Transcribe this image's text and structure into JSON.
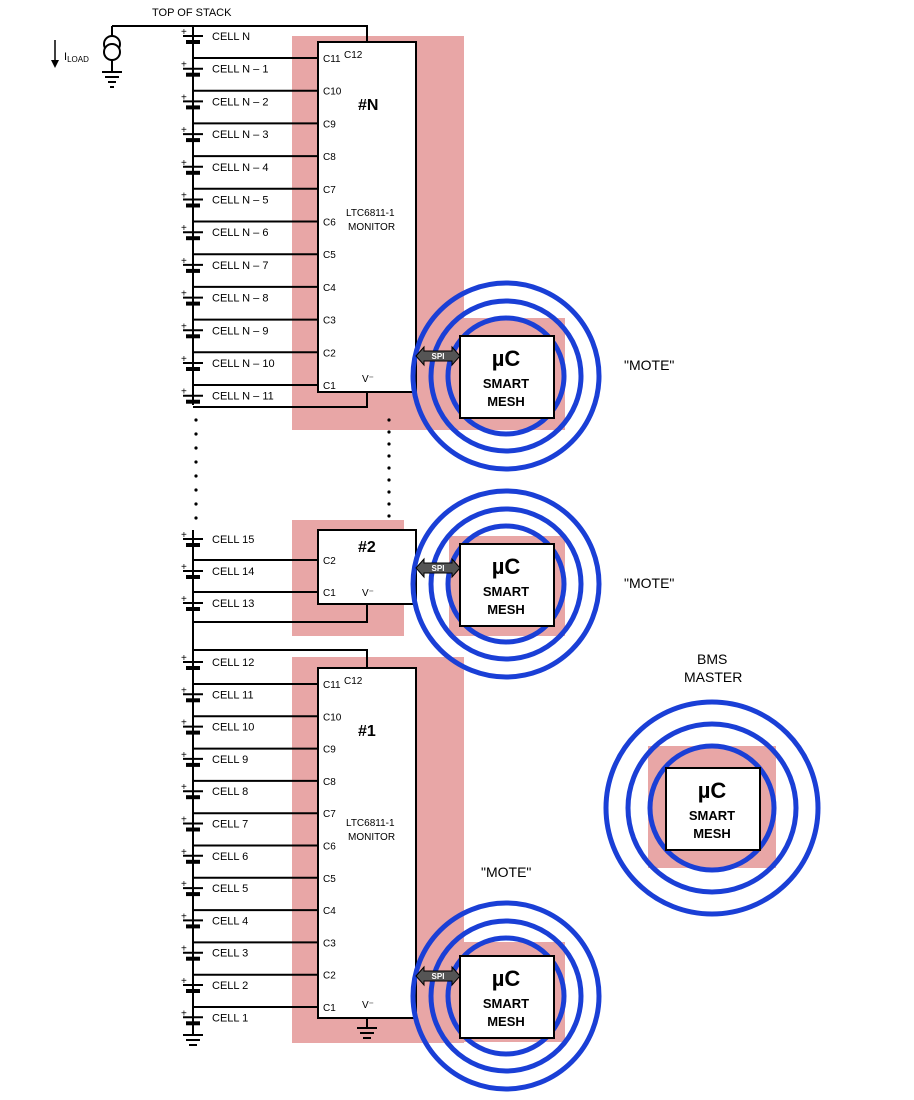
{
  "diagram": {
    "top_label": "TOP OF STACK",
    "load_label_main": "I",
    "load_label_sub": "LOAD",
    "stack_n_cells": [
      "CELL N",
      "CELL N – 1",
      "CELL N – 2",
      "CELL N – 3",
      "CELL N – 4",
      "CELL N – 5",
      "CELL N – 6",
      "CELL N – 7",
      "CELL N – 8",
      "CELL N – 9",
      "CELL N – 10",
      "CELL N – 11"
    ],
    "stack_2_cells": [
      "CELL 15",
      "CELL 14",
      "CELL 13"
    ],
    "stack_1_cells": [
      "CELL 12",
      "CELL 11",
      "CELL 10",
      "CELL 9",
      "CELL 8",
      "CELL 7",
      "CELL 6",
      "CELL 5",
      "CELL 4",
      "CELL 3",
      "CELL 2",
      "CELL 1"
    ],
    "monitor_n": {
      "id": "#N",
      "name_line1": "LTC6811-1",
      "name_line2": "MONITOR",
      "pins": [
        "C11",
        "C10",
        "C9",
        "C8",
        "C7",
        "C6",
        "C5",
        "C4",
        "C3",
        "C2",
        "C1"
      ],
      "top_pin": "C12",
      "vminus": "V⁻"
    },
    "monitor_2": {
      "id": "#2",
      "pins": [
        "C2",
        "C1"
      ],
      "vminus": "V⁻"
    },
    "monitor_1": {
      "id": "#1",
      "name_line1": "LTC6811-1",
      "name_line2": "MONITOR",
      "pins": [
        "C11",
        "C10",
        "C9",
        "C8",
        "C7",
        "C6",
        "C5",
        "C4",
        "C3",
        "C2",
        "C1"
      ],
      "top_pin": "C12",
      "vminus": "V⁻"
    },
    "spi_label": "SPI",
    "mc_label": "µC",
    "smart_label": "SMART",
    "mesh_label": "MESH",
    "mote_label": "\"MOTE\"",
    "bms_line1": "BMS",
    "bms_line2": "MASTER"
  }
}
